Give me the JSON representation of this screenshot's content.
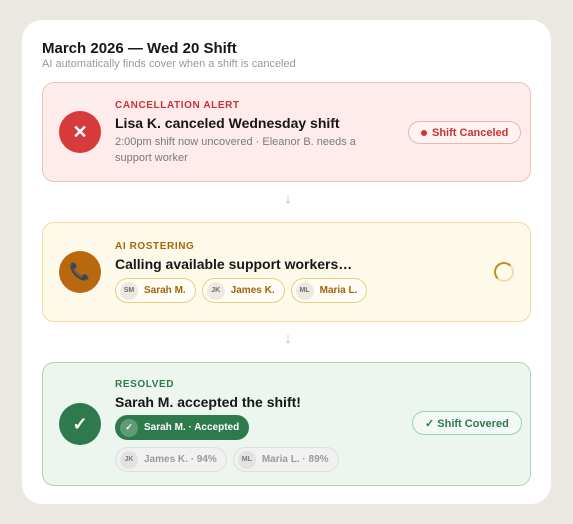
{
  "header": {
    "title": "March 2026 — Wed 20 Shift",
    "subtitle": "AI automatically finds cover when a shift is canceled"
  },
  "steps": [
    {
      "label": "CANCELLATION ALERT",
      "heading": "Lisa K. canceled Wednesday shift",
      "description": "2:00pm shift now uncovered · Eleanor B. needs a support worker",
      "icon": "close-icon",
      "icon_glyph": "✕",
      "badge": "Shift Canceled",
      "color": "#d63a3a"
    },
    {
      "label": "AI ROSTERING",
      "heading": "Calling available support workers…",
      "icon": "phone-icon",
      "icon_glyph": "📞",
      "color": "#b8690f",
      "candidates": [
        {
          "initials": "SM",
          "name": "Sarah M."
        },
        {
          "initials": "JK",
          "name": "James K."
        },
        {
          "initials": "ML",
          "name": "Maria L."
        }
      ]
    },
    {
      "label": "RESOLVED",
      "heading": "Sarah M. accepted the shift!",
      "icon": "check-icon",
      "icon_glyph": "✓",
      "badge": "✓ Shift Covered",
      "color": "#2f7a4d",
      "results": [
        {
          "initials": "✓",
          "text": "Sarah M. · Accepted"
        },
        {
          "initials": "JK",
          "text": "James K. · 94%"
        },
        {
          "initials": "ML",
          "text": "Maria L. · 89%"
        }
      ]
    }
  ],
  "connector_glyph": "↓"
}
